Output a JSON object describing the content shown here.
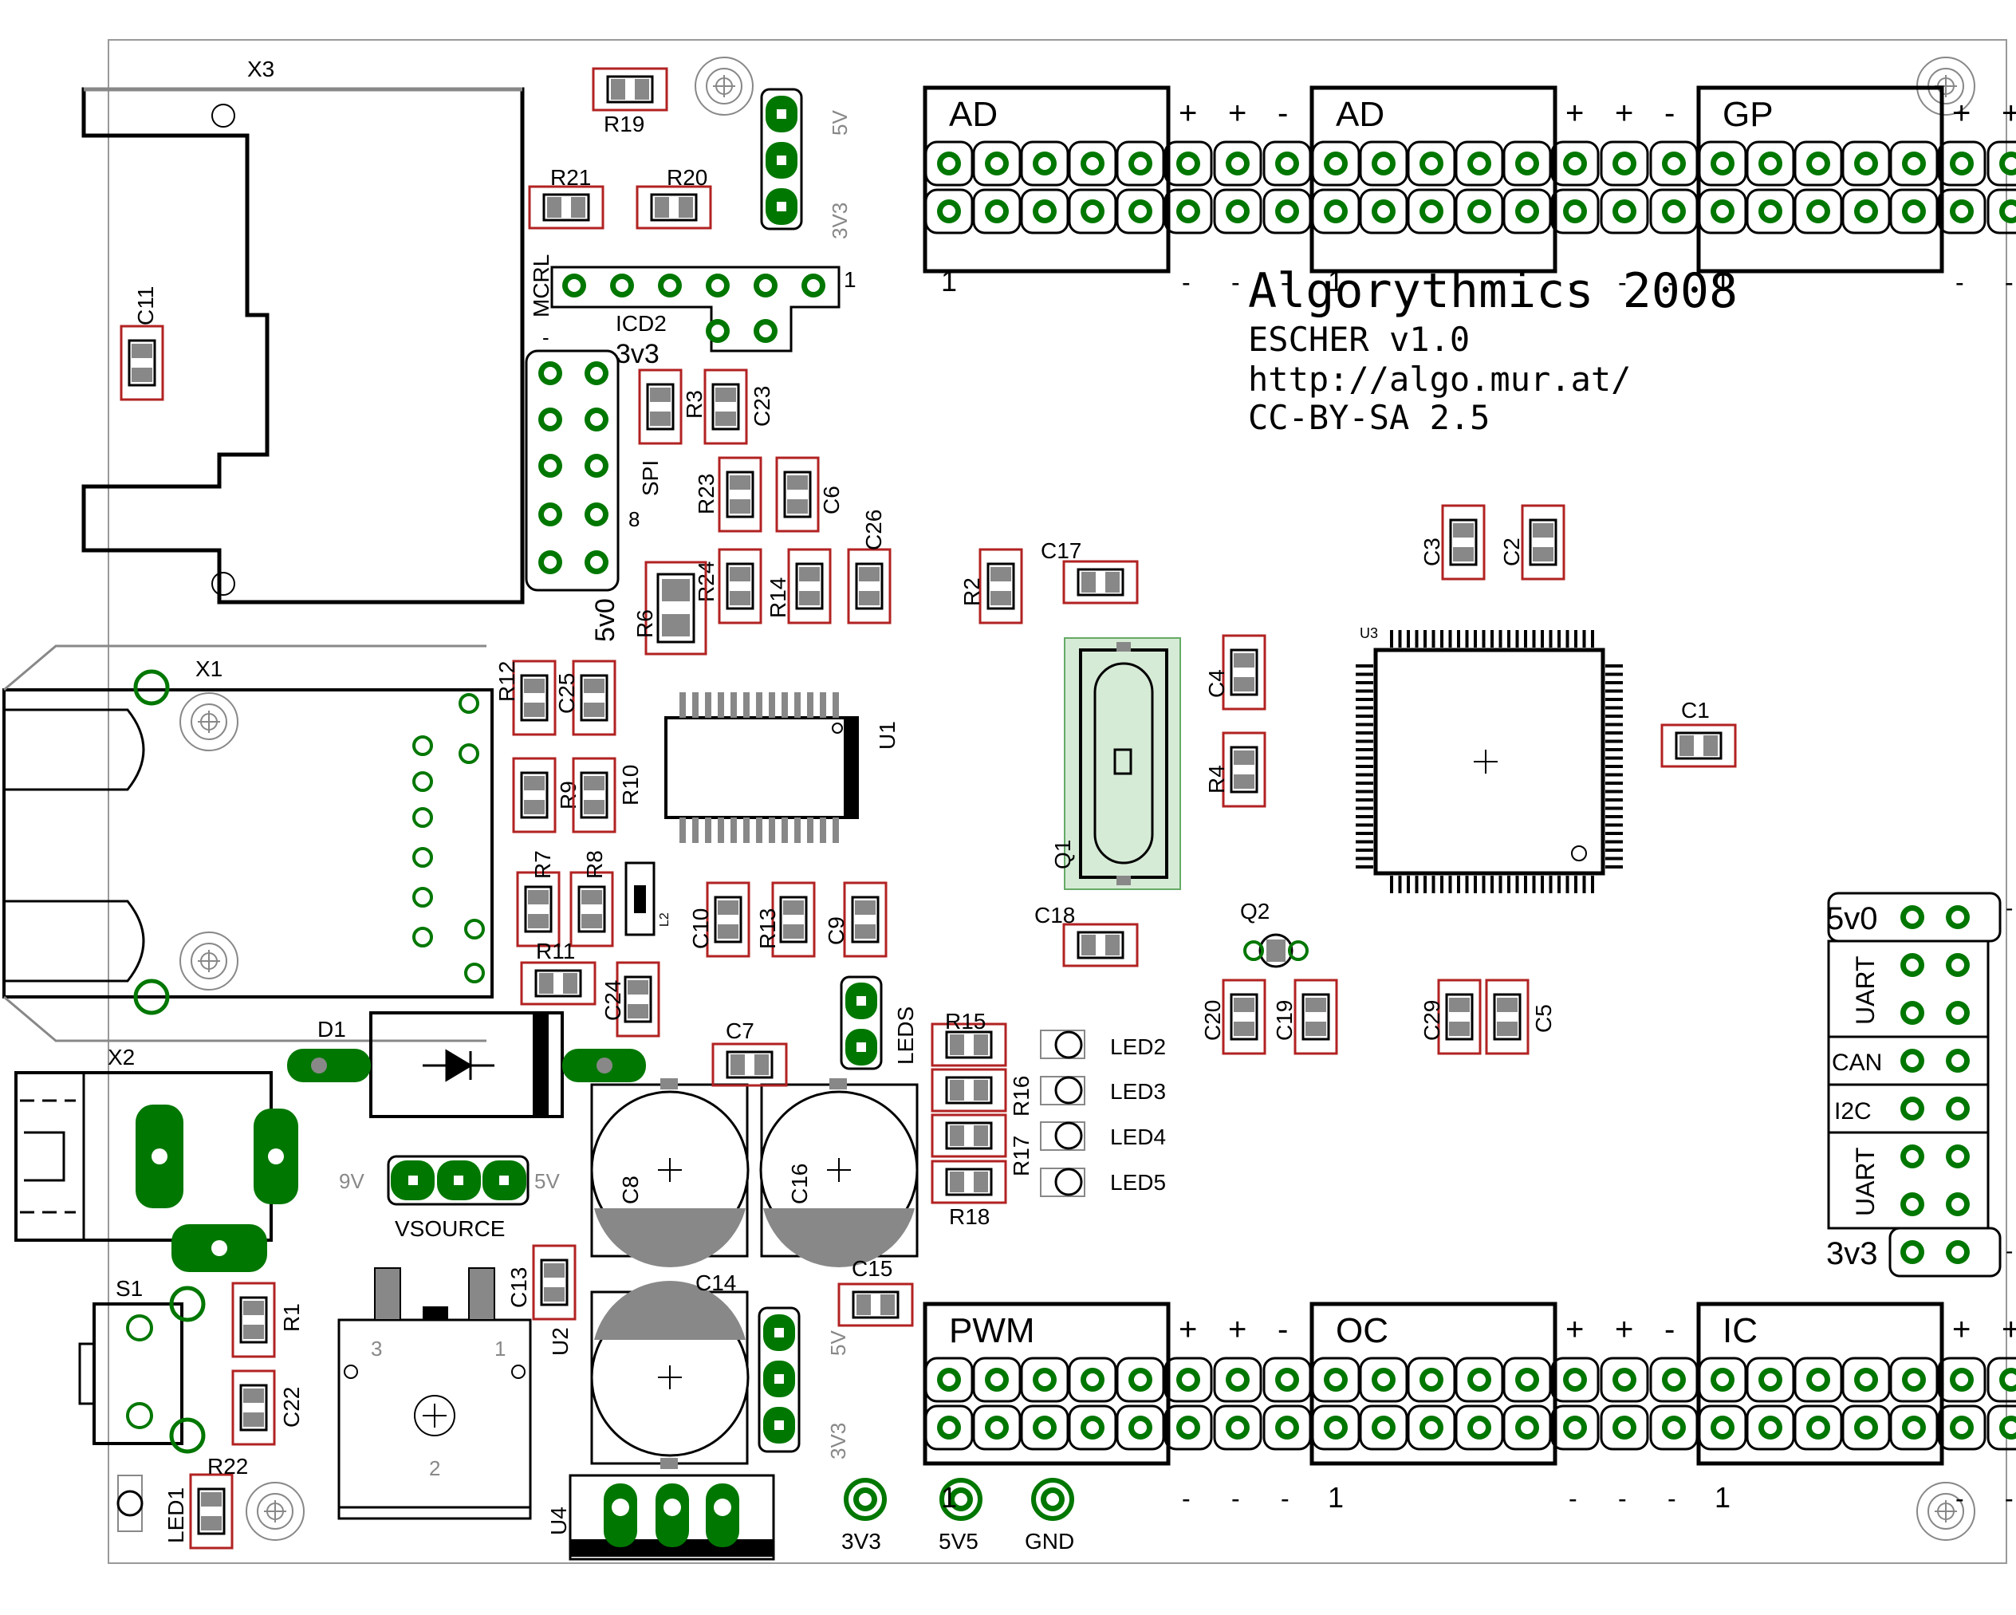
{
  "branding": {
    "title": "Algorythmics 2008",
    "lines": [
      "ESCHER v1.0",
      "http://algo.mur.at/",
      "CC-BY-SA 2.5"
    ]
  },
  "colors": {
    "outline": "#000000",
    "pad": "#007700",
    "part_box": "#b22222",
    "crystal_fill": "#d6ebd6",
    "gray_label": "#888888"
  },
  "headers": {
    "top": [
      {
        "name": "AD",
        "signs_top": [
          "+",
          "+",
          "-"
        ],
        "pin1": "1"
      },
      {
        "name": "AD",
        "signs_top": [
          "+",
          "+",
          "-"
        ],
        "pin1": "1"
      },
      {
        "name": "GP",
        "signs_top": [
          "+",
          "+"
        ],
        "pin1": "1"
      }
    ],
    "bottom": [
      {
        "name": "PWM",
        "signs_top": [
          "+",
          "+",
          "-"
        ],
        "pin1": "1"
      },
      {
        "name": "OC",
        "signs_top": [
          "+",
          "+",
          "-"
        ],
        "pin1": "1"
      },
      {
        "name": "IC",
        "signs_top": [
          "+",
          "+"
        ],
        "pin1": "1"
      }
    ],
    "minus": "-"
  },
  "right_connector": {
    "top_label": "5v0",
    "bottom_label": "3v3",
    "groups": [
      "UART",
      "CAN",
      "I2C",
      "UART"
    ],
    "sign": "-"
  },
  "components": {
    "X1": "X1",
    "X2": "X2",
    "X3": "X3",
    "U1": "U1",
    "U2": "U2",
    "U3": "U3",
    "U4": "U4",
    "Q1": "Q1",
    "Q2": "Q2",
    "D1": "D1",
    "S1": "S1",
    "L2": "L2",
    "R1": "R1",
    "R2": "R2",
    "R3": "R3",
    "R4": "R4",
    "R6": "R6",
    "R7": "R7",
    "R8": "R8",
    "R9": "R9",
    "R10": "R10",
    "R11": "R11",
    "R12": "R12",
    "R13": "R13",
    "R14": "R14",
    "R15": "R15",
    "R16": "R16",
    "R17": "R17",
    "R18": "R18",
    "R19": "R19",
    "R20": "R20",
    "R21": "R21",
    "R22": "R22",
    "R23": "R23",
    "R24": "R24",
    "C1": "C1",
    "C2": "C2",
    "C3": "C3",
    "C4": "C4",
    "C5": "C5",
    "C6": "C6",
    "C7": "C7",
    "C8": "C8",
    "C9": "C9",
    "C10": "C10",
    "C11": "C11",
    "C13": "C13",
    "C14": "C14",
    "C15": "C15",
    "C16": "C16",
    "C17": "C17",
    "C18": "C18",
    "C19": "C19",
    "C20": "C20",
    "C22": "C22",
    "C23": "C23",
    "C24": "C24",
    "C25": "C25",
    "C26": "C26",
    "C29": "C29",
    "LED1": "LED1",
    "LED2": "LED2",
    "LED3": "LED3",
    "LED4": "LED4",
    "LED5": "LED5"
  },
  "labels": {
    "icd2": "ICD2",
    "mcrl": "MCRL",
    "icd_pin1": "1",
    "spi": "SPI",
    "spi_pin8": "8",
    "v3v3": "3v3",
    "v5v0": "5v0",
    "leds": "LEDS",
    "vsource": "VSOURCE",
    "v9": "9V",
    "v5": "5V",
    "jp_5v": "5V",
    "jp_3v3": "3V3",
    "reg_pin1": "1",
    "reg_pin2": "2",
    "reg_pin3": "3",
    "tp_3v3": "3V3",
    "tp_5v5": "5V5",
    "tp_gnd": "GND",
    "dash": "-"
  }
}
